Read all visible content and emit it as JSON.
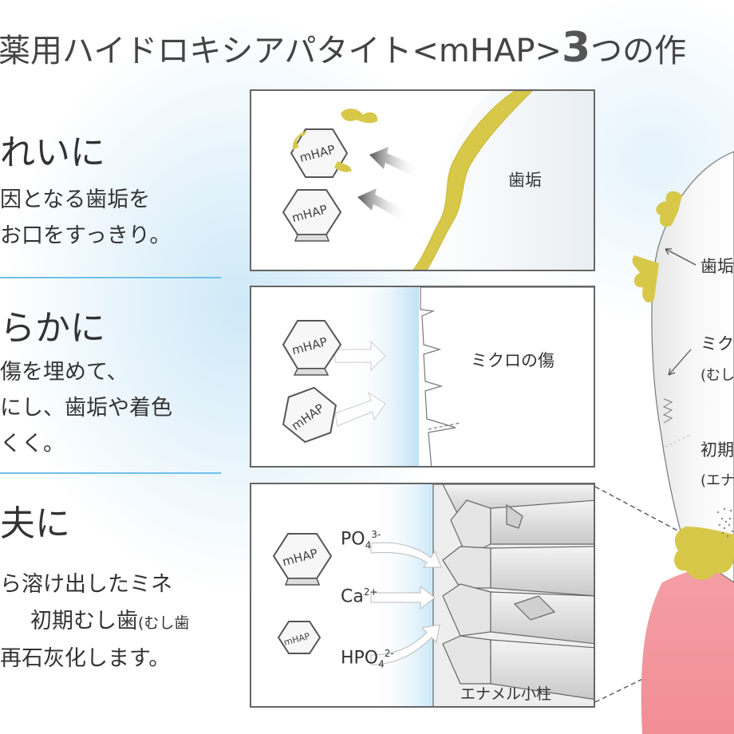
{
  "title": {
    "prefix": "薬用ハイドロキシアパタイト<mHAP>",
    "num": "3",
    "suffix": "つの作"
  },
  "sections": [
    {
      "heading": "れいに",
      "lines": [
        "因となる歯垢を",
        "お口をすっきり。"
      ]
    },
    {
      "heading": "らかに",
      "lines": [
        "傷を埋めて、",
        "にし、歯垢や着色",
        "くく。"
      ]
    },
    {
      "heading": "夫に",
      "lines": [
        "ら溶け出したミネ",
        "初期むし歯",
        "(むし歯",
        "再石灰化します。"
      ]
    }
  ],
  "hex_label": "mHAP",
  "panel1": {
    "label": "歯垢"
  },
  "panel2": {
    "label": "ミクロの傷"
  },
  "panel3": {
    "chem": [
      {
        "base": "PO",
        "sub": "4",
        "sup": "3-"
      },
      {
        "base": "Ca",
        "sub": "",
        "sup": "2+"
      },
      {
        "base": "HPO",
        "sub": "4",
        "sup": "2-"
      }
    ],
    "label": "エナメル小柱"
  },
  "tooth_labels": [
    "歯垢",
    "ミク",
    "(むし",
    "初期",
    "(エナ"
  ],
  "colors": {
    "plaque": "#d8c84a",
    "gum": "#f28e95",
    "accent_line": "#6fc1ea"
  }
}
